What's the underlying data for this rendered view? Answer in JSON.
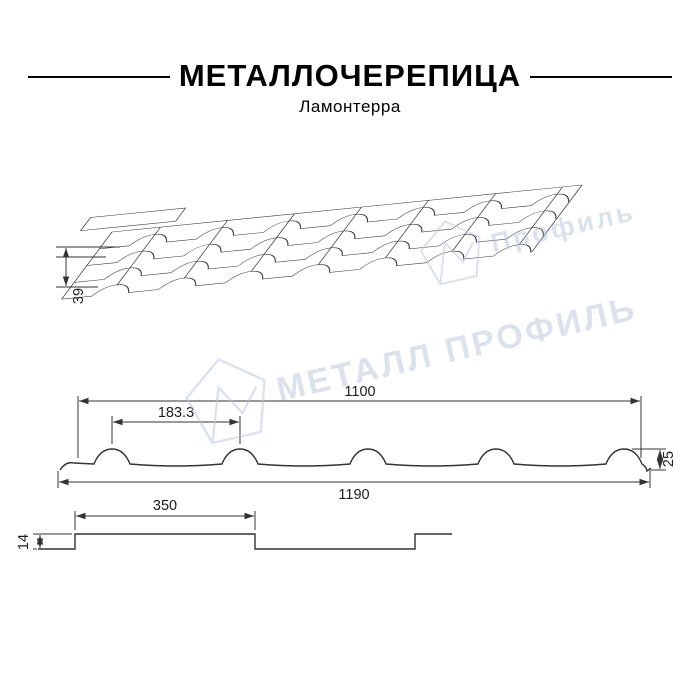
{
  "header": {
    "title": "МЕТАЛЛОЧЕРЕПИЦА",
    "subtitle": "Ламонтерра"
  },
  "watermark": {
    "text": "МЕТАЛЛ ПРОФИЛЬ",
    "partial_text": "Профиль",
    "logo": "metall-profil-pentagon-logo",
    "color": "#b9c6d8"
  },
  "drawing": {
    "eaves_height": "39",
    "cover_width": "1100",
    "wave_step": "183.3",
    "profile_height": "25",
    "full_width": "1190",
    "module_length": "350",
    "step_height": "14"
  }
}
